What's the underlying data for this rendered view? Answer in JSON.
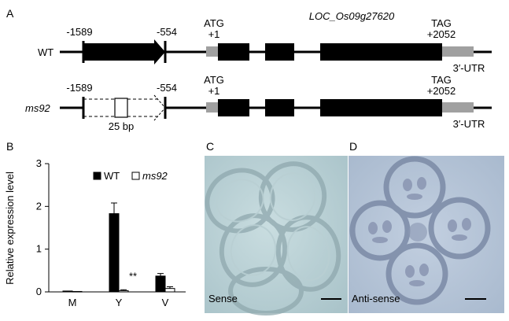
{
  "panels": {
    "A": "A",
    "B": "B",
    "C": "C",
    "D": "D"
  },
  "gene_name": "LOC_Os09g27620",
  "gene_structure": {
    "rows": [
      {
        "label": "WT",
        "promoter_start": "-1589",
        "promoter_end": "-554",
        "atg": "ATG",
        "atg_pos": "+1",
        "tag": "TAG",
        "tag_pos": "+2052",
        "utr": "3′-UTR"
      },
      {
        "label": "ms92",
        "promoter_start": "-1589",
        "promoter_end": "-554",
        "atg": "ATG",
        "atg_pos": "+1",
        "tag": "TAG",
        "tag_pos": "+2052",
        "utr": "3′-UTR",
        "deletion_label": "25 bp"
      }
    ]
  },
  "chart_data": {
    "type": "bar",
    "ylabel": "Relative expression level",
    "categories": [
      "M",
      "Y",
      "V"
    ],
    "ylim": [
      0,
      3
    ],
    "yticks": [
      "0",
      "1",
      "2",
      "3"
    ],
    "series": [
      {
        "name": "WT",
        "values": [
          0.02,
          1.83,
          0.37
        ],
        "errors": [
          0.0,
          0.25,
          0.06
        ],
        "fill": "#000000"
      },
      {
        "name": "ms92",
        "values": [
          0.01,
          0.03,
          0.08
        ],
        "errors": [
          0.0,
          0.02,
          0.04
        ],
        "fill": "#ffffff"
      }
    ],
    "annotation": {
      "text": "**",
      "category": "Y"
    },
    "legend": "top-right"
  },
  "micrographs": {
    "C": {
      "label": "Sense"
    },
    "D": {
      "label": "Anti-sense"
    }
  }
}
